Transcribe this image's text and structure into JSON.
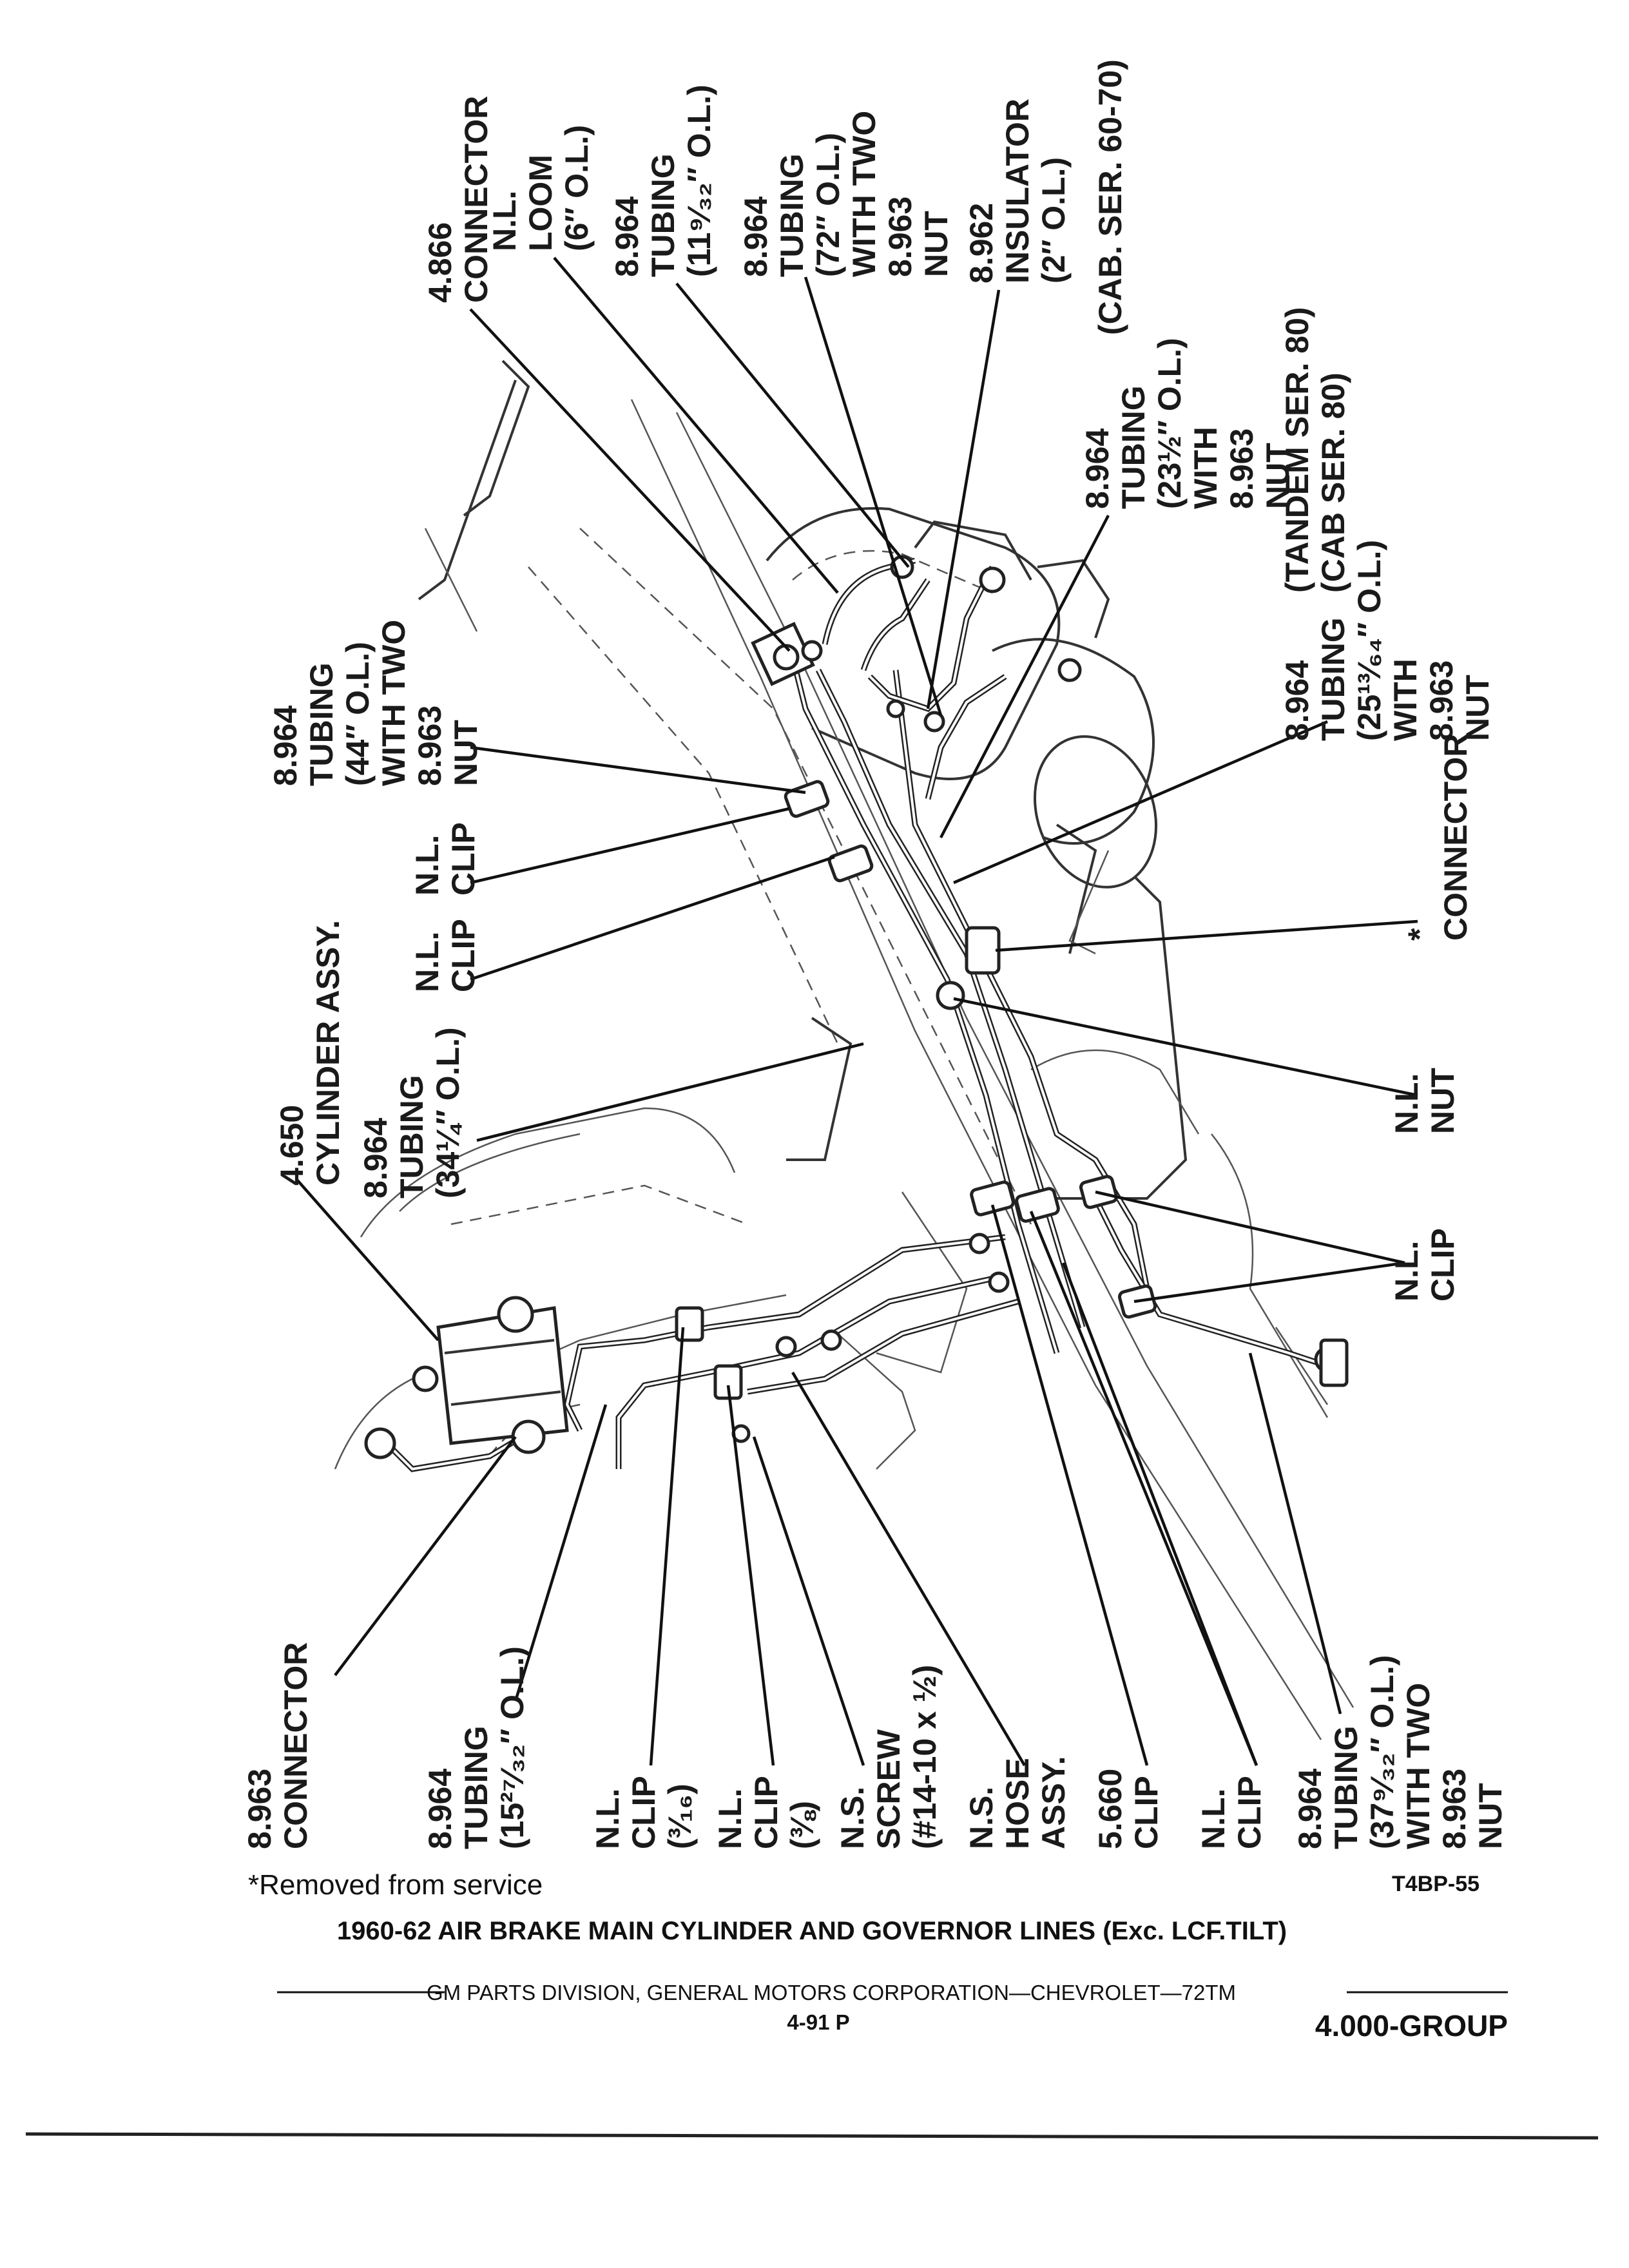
{
  "labels": {
    "connector_4866": [
      "4.866",
      "CONNECTOR"
    ],
    "loom": [
      "N.L.",
      "LOOM",
      "(6″ O.L.)"
    ],
    "tubing_11": [
      "8.964",
      "TUBING",
      "(11⁹⁄₃₂″ O.L.)"
    ],
    "tubing_72": [
      "8.964",
      "TUBING",
      "(72″ O.L.)",
      "WITH TWO",
      "8.963",
      "NUT"
    ],
    "insulator": [
      "8.962",
      "INSULATOR",
      "(2″ O.L.)"
    ],
    "cab_ser": "(CAB. SER. 60-70)",
    "tubing_23": [
      "8.964",
      "TUBING",
      "(23½″ O.L.)",
      "WITH",
      "8.963",
      "NUT"
    ],
    "tandem": [
      "(TANDEM SER. 80)",
      "(CAB SER. 80)"
    ],
    "tubing_25": [
      "8.964",
      "TUBING",
      "(25¹³⁄₆₄″ O.L.)",
      "WITH",
      "8.963",
      "NUT"
    ],
    "tubing_44": [
      "8.964",
      "TUBING",
      "(44″ O.L.)",
      "WITH TWO",
      "8.963",
      "NUT"
    ],
    "clip_a": [
      "N.L.",
      "CLIP"
    ],
    "clip_b": [
      "N.L.",
      "CLIP"
    ],
    "cylinder": [
      "4.650",
      "CYLINDER  ASSY."
    ],
    "tubing_34": [
      "8.964",
      "TUBING",
      "(34¼″ O.L.)"
    ],
    "connector_star": [
      "*",
      "CONNECTOR"
    ],
    "nut": [
      "N.L.",
      "NUT"
    ],
    "clip_right": [
      "N.L.",
      "CLIP"
    ],
    "connector_8963": [
      "8.963",
      "CONNECTOR"
    ],
    "tubing_15": [
      "8.964",
      "TUBING",
      "(15²⁷⁄₃₂″ O.L.)"
    ],
    "clip_3_16": [
      "N.L.",
      "CLIP",
      "(³⁄₁₆)"
    ],
    "clip_3_8": [
      "N.L.",
      "CLIP",
      "(⅜)"
    ],
    "screw": [
      "N.S.",
      "SCREW",
      "(#14-10 x ½)"
    ],
    "hose": [
      "N.S.",
      "HOSE",
      "ASSY."
    ],
    "clip_5660": [
      "5.660",
      "CLIP"
    ],
    "clip_bottom": [
      "N.L.",
      "CLIP"
    ],
    "tubing_37": [
      "8.964",
      "TUBING",
      "(37⁹⁄₃₂″ O.L.)",
      "WITH TWO",
      "8.963",
      "NUT"
    ]
  },
  "footer": {
    "removed_note": "*Removed from service",
    "figure_code": "T4BP-55",
    "title": "1960-62 AIR BRAKE MAIN CYLINDER AND GOVERNOR LINES (Exc. LCF.TILT)",
    "division": "GM PARTS DIVISION,  GENERAL MOTORS CORPORATION—CHEVROLET—72TM",
    "page_number": "4-91  P",
    "group": "4.000-GROUP"
  }
}
